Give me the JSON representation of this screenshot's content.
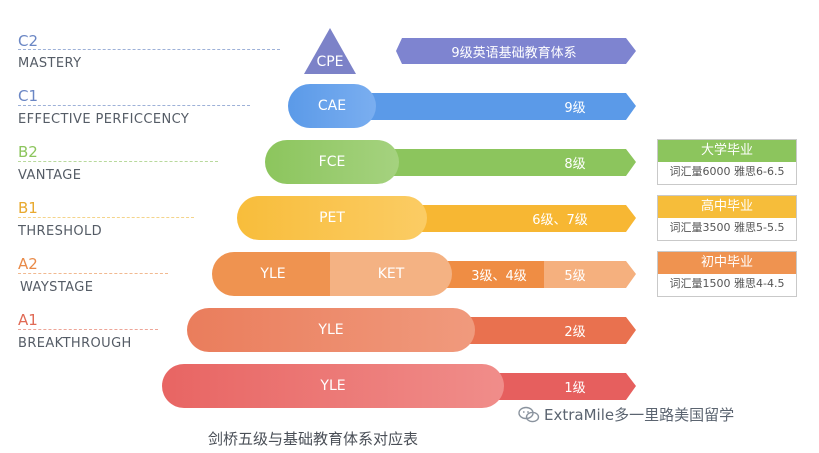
{
  "levels": [
    {
      "code": "C2",
      "name": "MASTERY",
      "color": "#7c82c8"
    },
    {
      "code": "C1",
      "name": "EFFECTIVE PERFICCENCY",
      "color": "#5d9ae8"
    },
    {
      "code": "B2",
      "name": "VANTAGE",
      "color": "#8cc55d"
    },
    {
      "code": "B1",
      "name": "THRESHOLD",
      "color": "#f6bd3a"
    },
    {
      "code": "A2",
      "name": "WAYSTAGE",
      "color": "#ef9350"
    },
    {
      "code": "A1",
      "name": "BREAKTHROUGH",
      "color": "#e7735a"
    }
  ],
  "exams": {
    "cpe": "CPE",
    "cae": "CAE",
    "fce": "FCE",
    "pet": "PET",
    "yle_ket": "YLE",
    "ket": "KET",
    "yle_a1": "YLE",
    "yle_pre": "YLE"
  },
  "arrows": {
    "top": "9级英语基础教育体系",
    "cae": "9级",
    "fce": "8级",
    "pet": "6级、7级",
    "ket_left": "3级、4级",
    "ket_right": "5级",
    "a1": "2级",
    "pre": "1级"
  },
  "boxes": [
    {
      "title": "大学毕业",
      "detail": "词汇量6000  雅思6-6.5",
      "color": "#8cc55d"
    },
    {
      "title": "高中毕业",
      "detail": "词汇量3500  雅思5-5.5",
      "color": "#f6bd3a"
    },
    {
      "title": "初中毕业",
      "detail": "词汇量1500  雅思4-4.5",
      "color": "#ef9350"
    }
  ],
  "caption": "剑桥五级与基础教育体系对应表",
  "watermark": "ExtraMile多一里路美国留学"
}
